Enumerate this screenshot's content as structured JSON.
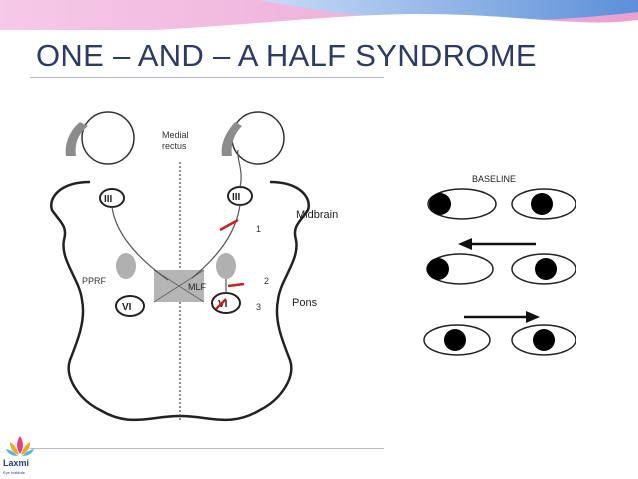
{
  "slide": {
    "title": "ONE – AND – A HALF SYNDROME"
  },
  "diagram": {
    "labels": {
      "medial_rectus": [
        "Medial",
        "rectus"
      ],
      "midbrain": "Midbrain",
      "pons": "Pons",
      "pprf": "PPRF",
      "mlf": "MLF",
      "nucleus_iii_left": "III",
      "nucleus_iii_right": "III",
      "nucleus_vi_left": "VI",
      "nucleus_vi_right": "VI",
      "lesion_1": "1",
      "lesion_2": "2",
      "lesion_3": "3"
    },
    "eye_positions": {
      "baseline": "BASELINE"
    }
  },
  "logo": {
    "name": "Laxmi",
    "tagline": "Eye Institute"
  },
  "colors": {
    "title": "#2b3a66",
    "lesion": "#cc1f1f",
    "header_blue": "#5b8fd8",
    "header_pink": "#e9a0d3"
  }
}
